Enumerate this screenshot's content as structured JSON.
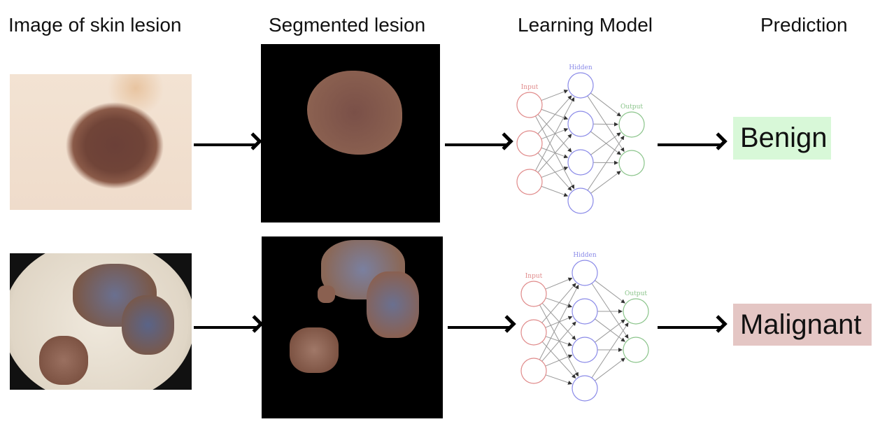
{
  "headers": {
    "image": "Image of skin lesion",
    "segmented": "Segmented lesion",
    "model": "Learning Model",
    "prediction": "Prediction"
  },
  "network": {
    "input_label": "Input",
    "hidden_label": "Hidden",
    "output_label": "Output",
    "layers": [
      3,
      4,
      2
    ],
    "colors": {
      "input": "#e08a8a",
      "hidden": "#8a8ae8",
      "output": "#8ac48a",
      "edge": "#999999"
    }
  },
  "rows": [
    {
      "prediction": "Benign",
      "color": "#d8f8d8"
    },
    {
      "prediction": "Malignant",
      "color": "#e4c6c4"
    }
  ]
}
